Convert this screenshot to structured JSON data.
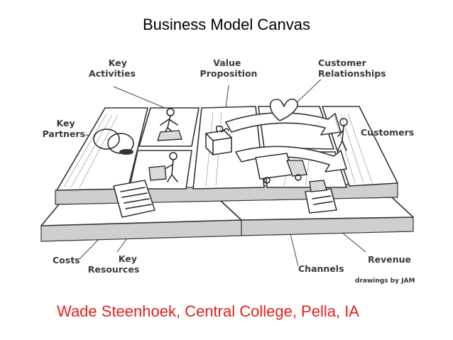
{
  "header": {
    "title": "Business Model Canvas"
  },
  "canvas": {
    "labels": {
      "key_activities": [
        "Key",
        "Activities"
      ],
      "key_partners": [
        "Key",
        "Partners"
      ],
      "value_proposition": [
        "Value",
        "Proposition"
      ],
      "customer_relationships": [
        "Customer",
        "Relationships"
      ],
      "customers": [
        "Customers"
      ],
      "costs": [
        "Costs"
      ],
      "key_resources": [
        "Key",
        "Resources"
      ],
      "channels": [
        "Channels"
      ],
      "revenue": [
        "Revenue"
      ]
    },
    "credit": "drawings by JAM"
  },
  "footer": {
    "text": "Wade Steenhoek, Central College, Pella, IA"
  }
}
